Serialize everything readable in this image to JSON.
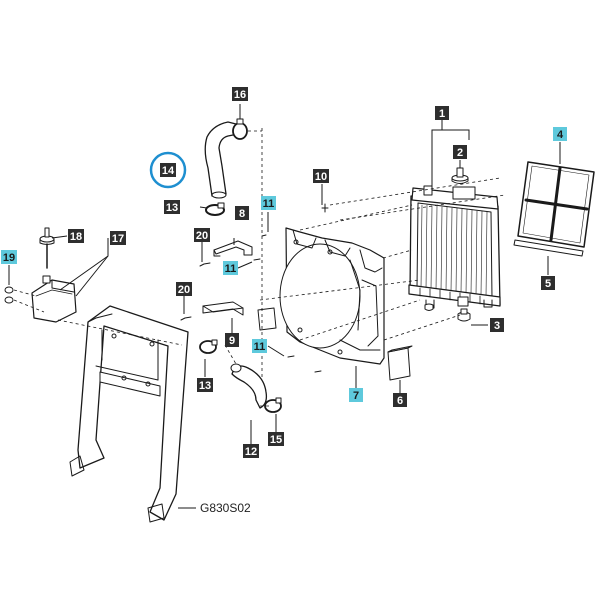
{
  "diagram": {
    "drawing_code": "G830S02",
    "colors": {
      "callout_dark": "#2e2e2e",
      "callout_highlight": "#5ec9dc",
      "callout_text_dark": "#ffffff",
      "callout_text_highlight": "#1a1a1a",
      "selection_ring": "#1e8fd0",
      "line": "#1a1a1a"
    },
    "callouts": [
      {
        "id": "c1",
        "label": "1",
        "style": "dark"
      },
      {
        "id": "c2",
        "label": "2",
        "style": "dark"
      },
      {
        "id": "c3",
        "label": "3",
        "style": "dark"
      },
      {
        "id": "c4",
        "label": "4",
        "style": "highlight"
      },
      {
        "id": "c5",
        "label": "5",
        "style": "dark"
      },
      {
        "id": "c6",
        "label": "6",
        "style": "dark"
      },
      {
        "id": "c7",
        "label": "7",
        "style": "highlight"
      },
      {
        "id": "c8",
        "label": "8",
        "style": "dark"
      },
      {
        "id": "c9",
        "label": "9",
        "style": "dark"
      },
      {
        "id": "c10",
        "label": "10",
        "style": "dark"
      },
      {
        "id": "c11a",
        "label": "11",
        "style": "highlight"
      },
      {
        "id": "c11b",
        "label": "11",
        "style": "highlight"
      },
      {
        "id": "c11c",
        "label": "11",
        "style": "highlight"
      },
      {
        "id": "c12",
        "label": "12",
        "style": "dark"
      },
      {
        "id": "c13a",
        "label": "13",
        "style": "dark"
      },
      {
        "id": "c13b",
        "label": "13",
        "style": "dark"
      },
      {
        "id": "c14",
        "label": "14",
        "style": "dark",
        "selected": true
      },
      {
        "id": "c15",
        "label": "15",
        "style": "dark"
      },
      {
        "id": "c16",
        "label": "16",
        "style": "dark"
      },
      {
        "id": "c17",
        "label": "17",
        "style": "dark"
      },
      {
        "id": "c18",
        "label": "18",
        "style": "dark"
      },
      {
        "id": "c19",
        "label": "19",
        "style": "highlight"
      },
      {
        "id": "c20a",
        "label": "20",
        "style": "dark"
      },
      {
        "id": "c20b",
        "label": "20",
        "style": "dark"
      }
    ]
  }
}
